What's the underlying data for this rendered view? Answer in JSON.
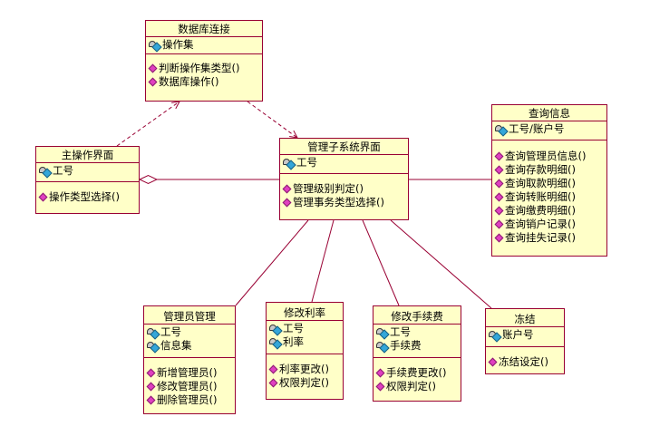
{
  "classes": {
    "db": {
      "name": "数据库连接",
      "attrs": [
        "操作集"
      ],
      "ops": [
        "判断操作集类型()",
        "数据库操作()"
      ]
    },
    "main": {
      "name": "主操作界面",
      "attrs": [
        "工号"
      ],
      "ops": [
        "操作类型选择()"
      ]
    },
    "mgr": {
      "name": "管理子系统界面",
      "attrs": [
        "工号"
      ],
      "ops": [
        "管理级别判定()",
        "管理事务类型选择()"
      ]
    },
    "query": {
      "name": "查询信息",
      "attrs": [
        "工号/账户号"
      ],
      "ops": [
        "查询管理员信息()",
        "查询存款明细()",
        "查询取款明细()",
        "查询转账明细()",
        "查询缴费明细()",
        "查询销户记录()",
        "查询挂失记录()"
      ]
    },
    "admin": {
      "name": "管理员管理",
      "attrs": [
        "工号",
        "信息集"
      ],
      "ops": [
        "新增管理员()",
        "修改管理员()",
        "删除管理员()"
      ]
    },
    "rate": {
      "name": "修改利率",
      "attrs": [
        "工号",
        "利率"
      ],
      "ops": [
        "利率更改()",
        "权限判定()"
      ]
    },
    "fee": {
      "name": "修改手续费",
      "attrs": [
        "工号",
        "手续费"
      ],
      "ops": [
        "手续费更改()",
        "权限判定()"
      ]
    },
    "freeze": {
      "name": "冻结",
      "attrs": [
        "账户号"
      ],
      "ops": [
        "冻结设定()"
      ]
    }
  },
  "colors": {
    "fill": "#ffffc8",
    "border": "#990033",
    "line": "#990033"
  },
  "relations": [
    {
      "type": "dependency",
      "from": "main",
      "to": "db",
      "style": "dashed-arrow"
    },
    {
      "type": "dependency",
      "from": "db",
      "to": "mgr",
      "style": "dashed-arrow"
    },
    {
      "type": "aggregation",
      "from": "main",
      "to": "mgr",
      "style": "hollow-diamond"
    },
    {
      "type": "association",
      "from": "mgr",
      "to": "query"
    },
    {
      "type": "association",
      "from": "mgr",
      "to": "admin"
    },
    {
      "type": "association",
      "from": "mgr",
      "to": "rate"
    },
    {
      "type": "association",
      "from": "mgr",
      "to": "fee"
    },
    {
      "type": "association",
      "from": "mgr",
      "to": "freeze"
    }
  ]
}
